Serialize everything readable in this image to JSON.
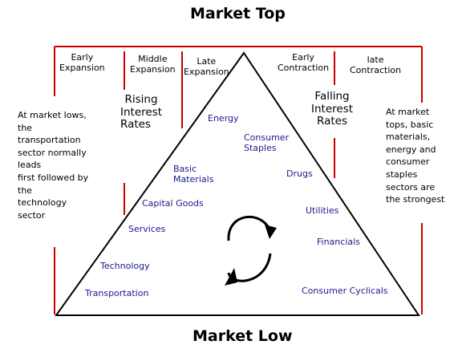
{
  "title_top": "Market Top",
  "title_bottom": "Market Low",
  "phases": {
    "early_expansion": [
      "Early",
      "Expansion"
    ],
    "middle_expansion": [
      "Middle",
      "Expansion"
    ],
    "late_expansion": [
      "Late",
      "Expansion"
    ],
    "early_contraction": [
      "Early",
      "Contraction"
    ],
    "late_contraction": [
      "late",
      "Contraction"
    ]
  },
  "rates": {
    "rising": [
      "Rising",
      "Interest",
      "Rates"
    ],
    "falling": [
      "Falling",
      "Interest",
      "Rates"
    ]
  },
  "notes": {
    "left": [
      "At market lows,",
      "the",
      "transportation",
      "sector normally",
      "leads",
      "first followed by",
      "the",
      "technology",
      "sector"
    ],
    "right": [
      "At market",
      "tops, basic",
      "materials,",
      "energy and",
      "consumer",
      "staples",
      "sectors are",
      "the strongest"
    ]
  },
  "sectors": {
    "energy": "Energy",
    "consumer_staples": [
      "Consumer",
      "Staples"
    ],
    "basic_materials": [
      "Basic",
      "Materials"
    ],
    "drugs": "Drugs",
    "capital_goods": "Capital Goods",
    "utilities": "Utilities",
    "services": "Services",
    "financials": "Financials",
    "technology": "Technology",
    "transportation": "Transportation",
    "consumer_cyclicals": "Consumer Cyclicals"
  },
  "colors": {
    "divider": "#cc0000",
    "outline": "#000000",
    "sector_text": "#1a1a8c"
  }
}
